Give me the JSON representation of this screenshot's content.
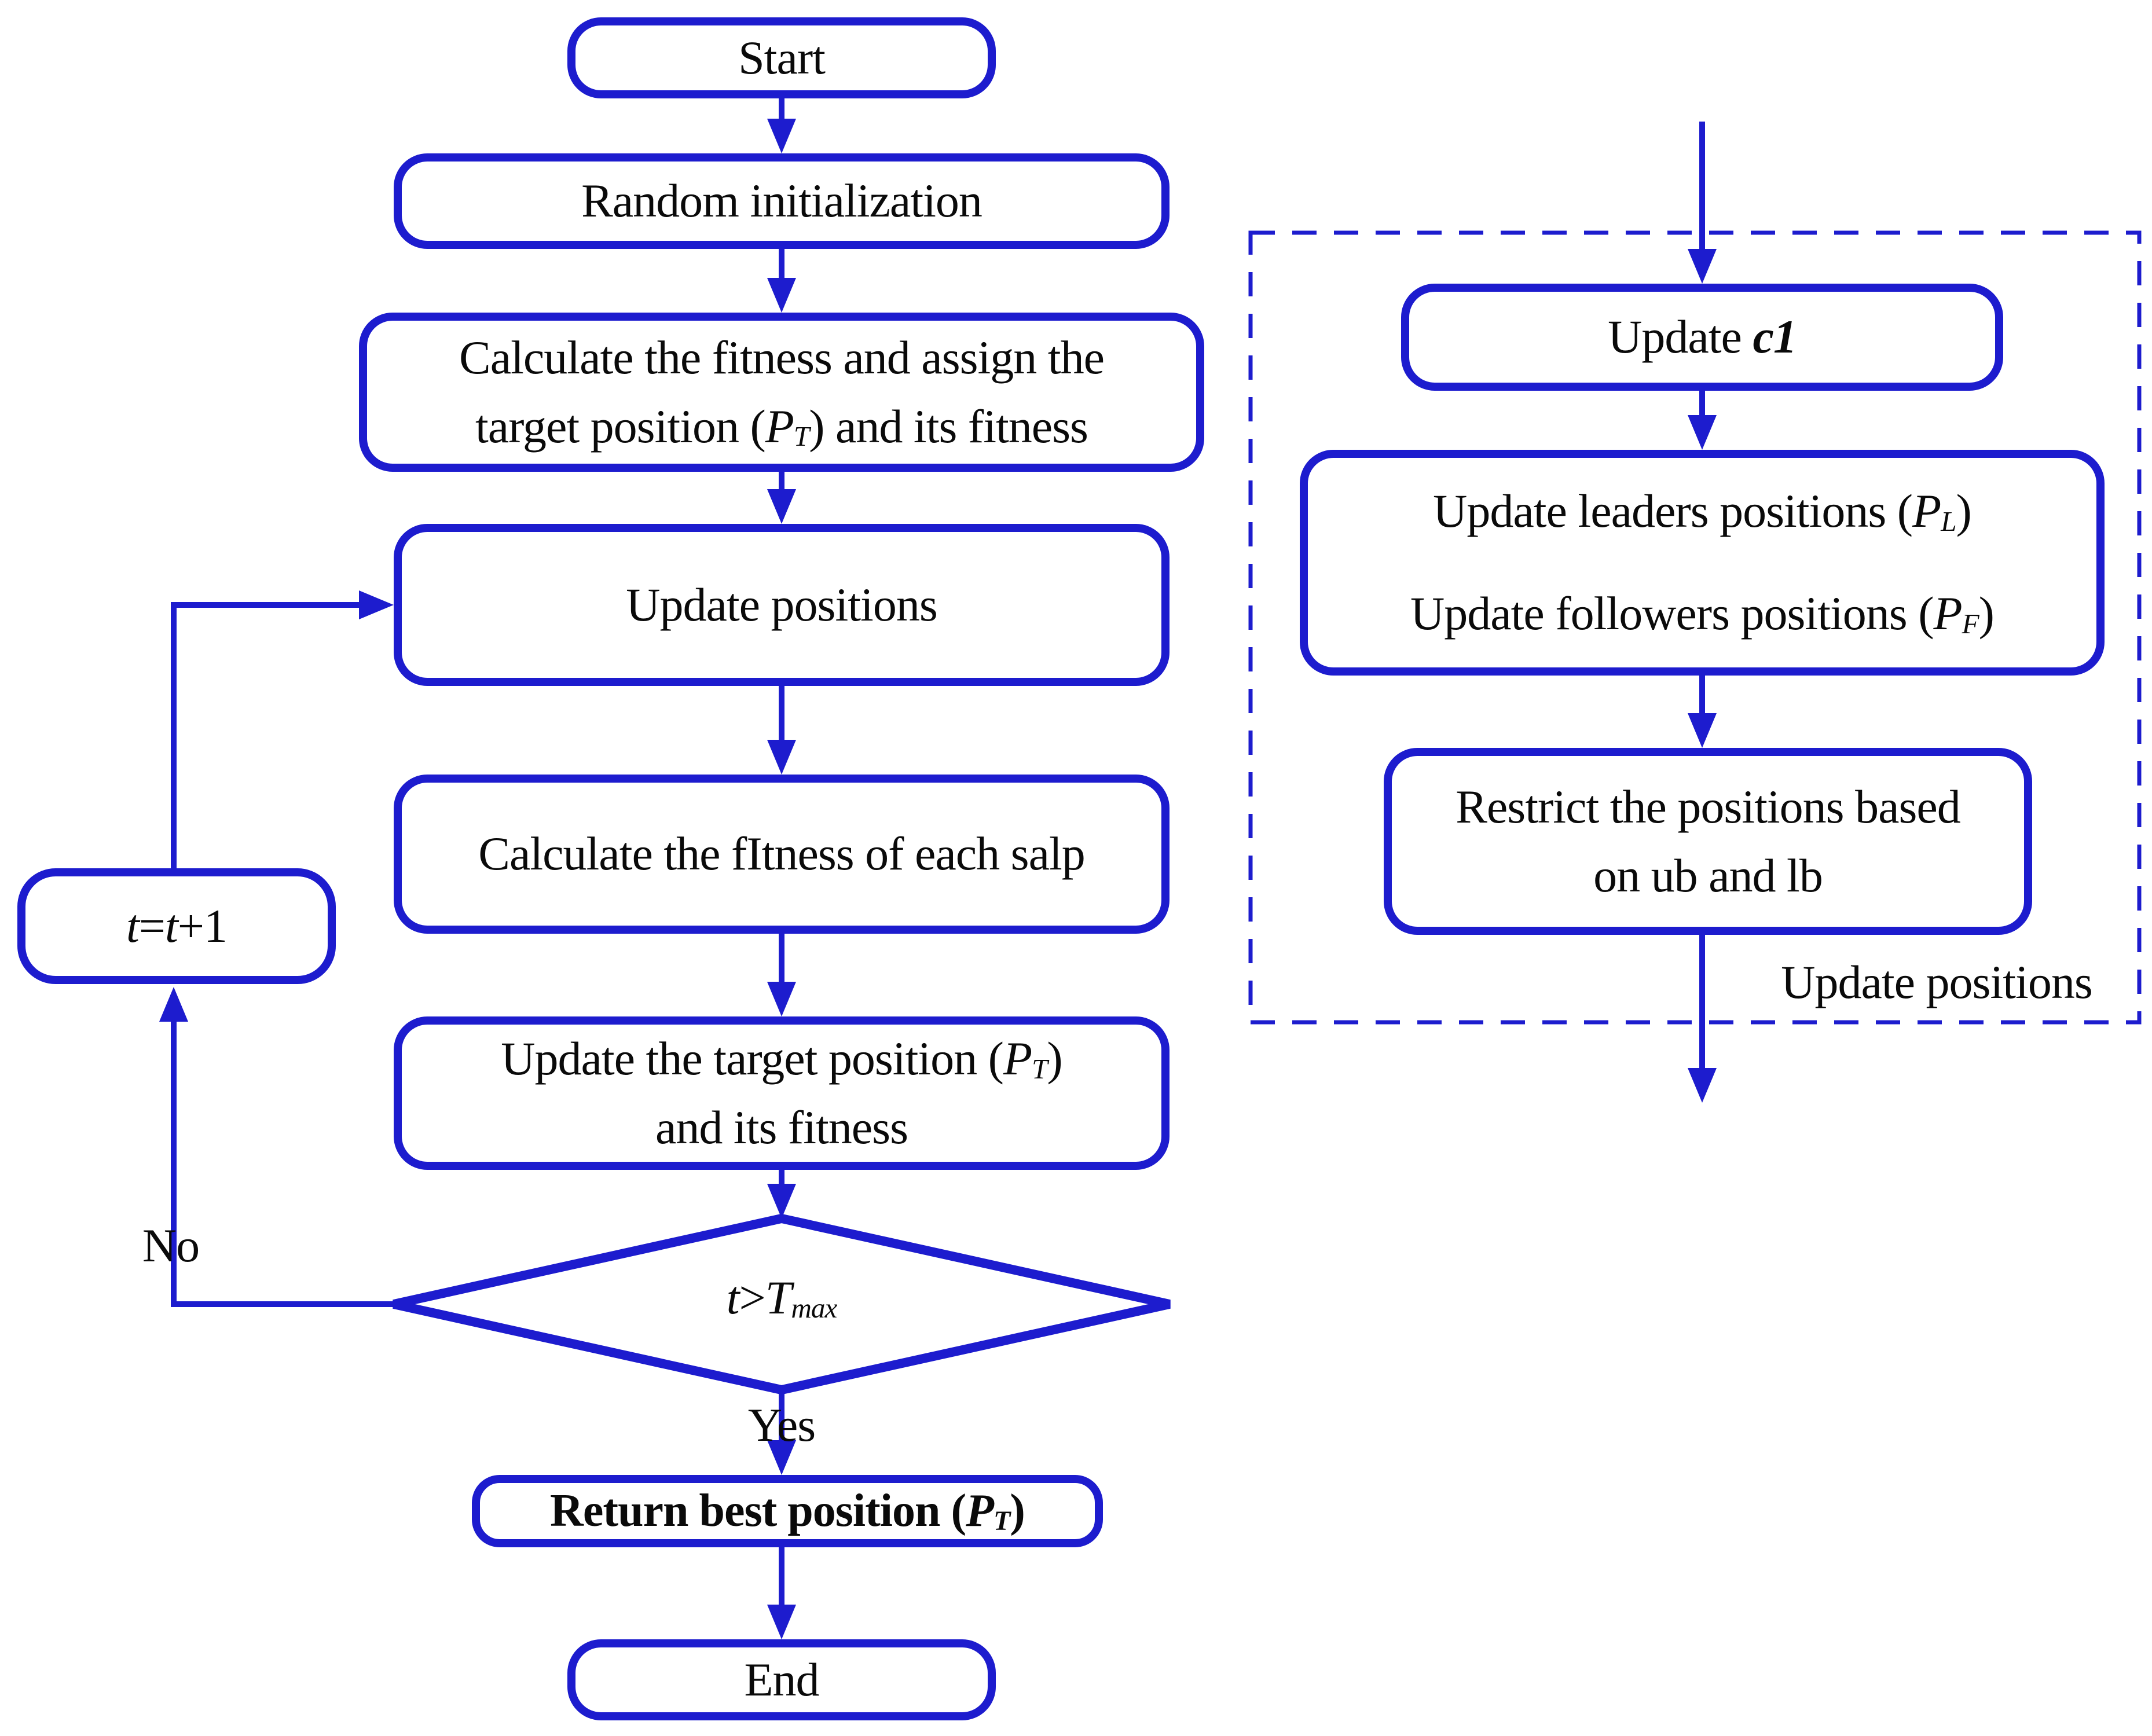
{
  "colors": {
    "accent_blue": "#1d1cce",
    "text_black": "#0a0a0a",
    "background": "#ffffff"
  },
  "main_flow": {
    "start": "Start",
    "random_init": "Random initialization",
    "calc_fitness": {
      "line1": "Calculate the fitness and assign the",
      "line2": "target position (_P_~T~) and its fitness"
    },
    "update_positions": "Update positions",
    "calc_salp_fitness": "Calculate the fItness of each salp",
    "increment": "_t_=_t_+1",
    "update_target": {
      "line1": "Update the target position (_P_~T~)",
      "line2": "and its fitness"
    },
    "decision": {
      "condition": "_t_>_T_~max~",
      "no_label": "No",
      "yes_label": "Yes"
    },
    "return_best": "Return best position (_P_~T~)",
    "end": "End"
  },
  "update_positions_detail": {
    "update_c1": "Update *c1*",
    "update_leaders": {
      "line1": "Update leaders positions (_P_~L~)",
      "line2": "Update followers positions (_P_~F~)"
    },
    "restrict": {
      "line1": "Restrict the positions based",
      "line2": "on ub and lb"
    },
    "caption": "Update positions"
  }
}
